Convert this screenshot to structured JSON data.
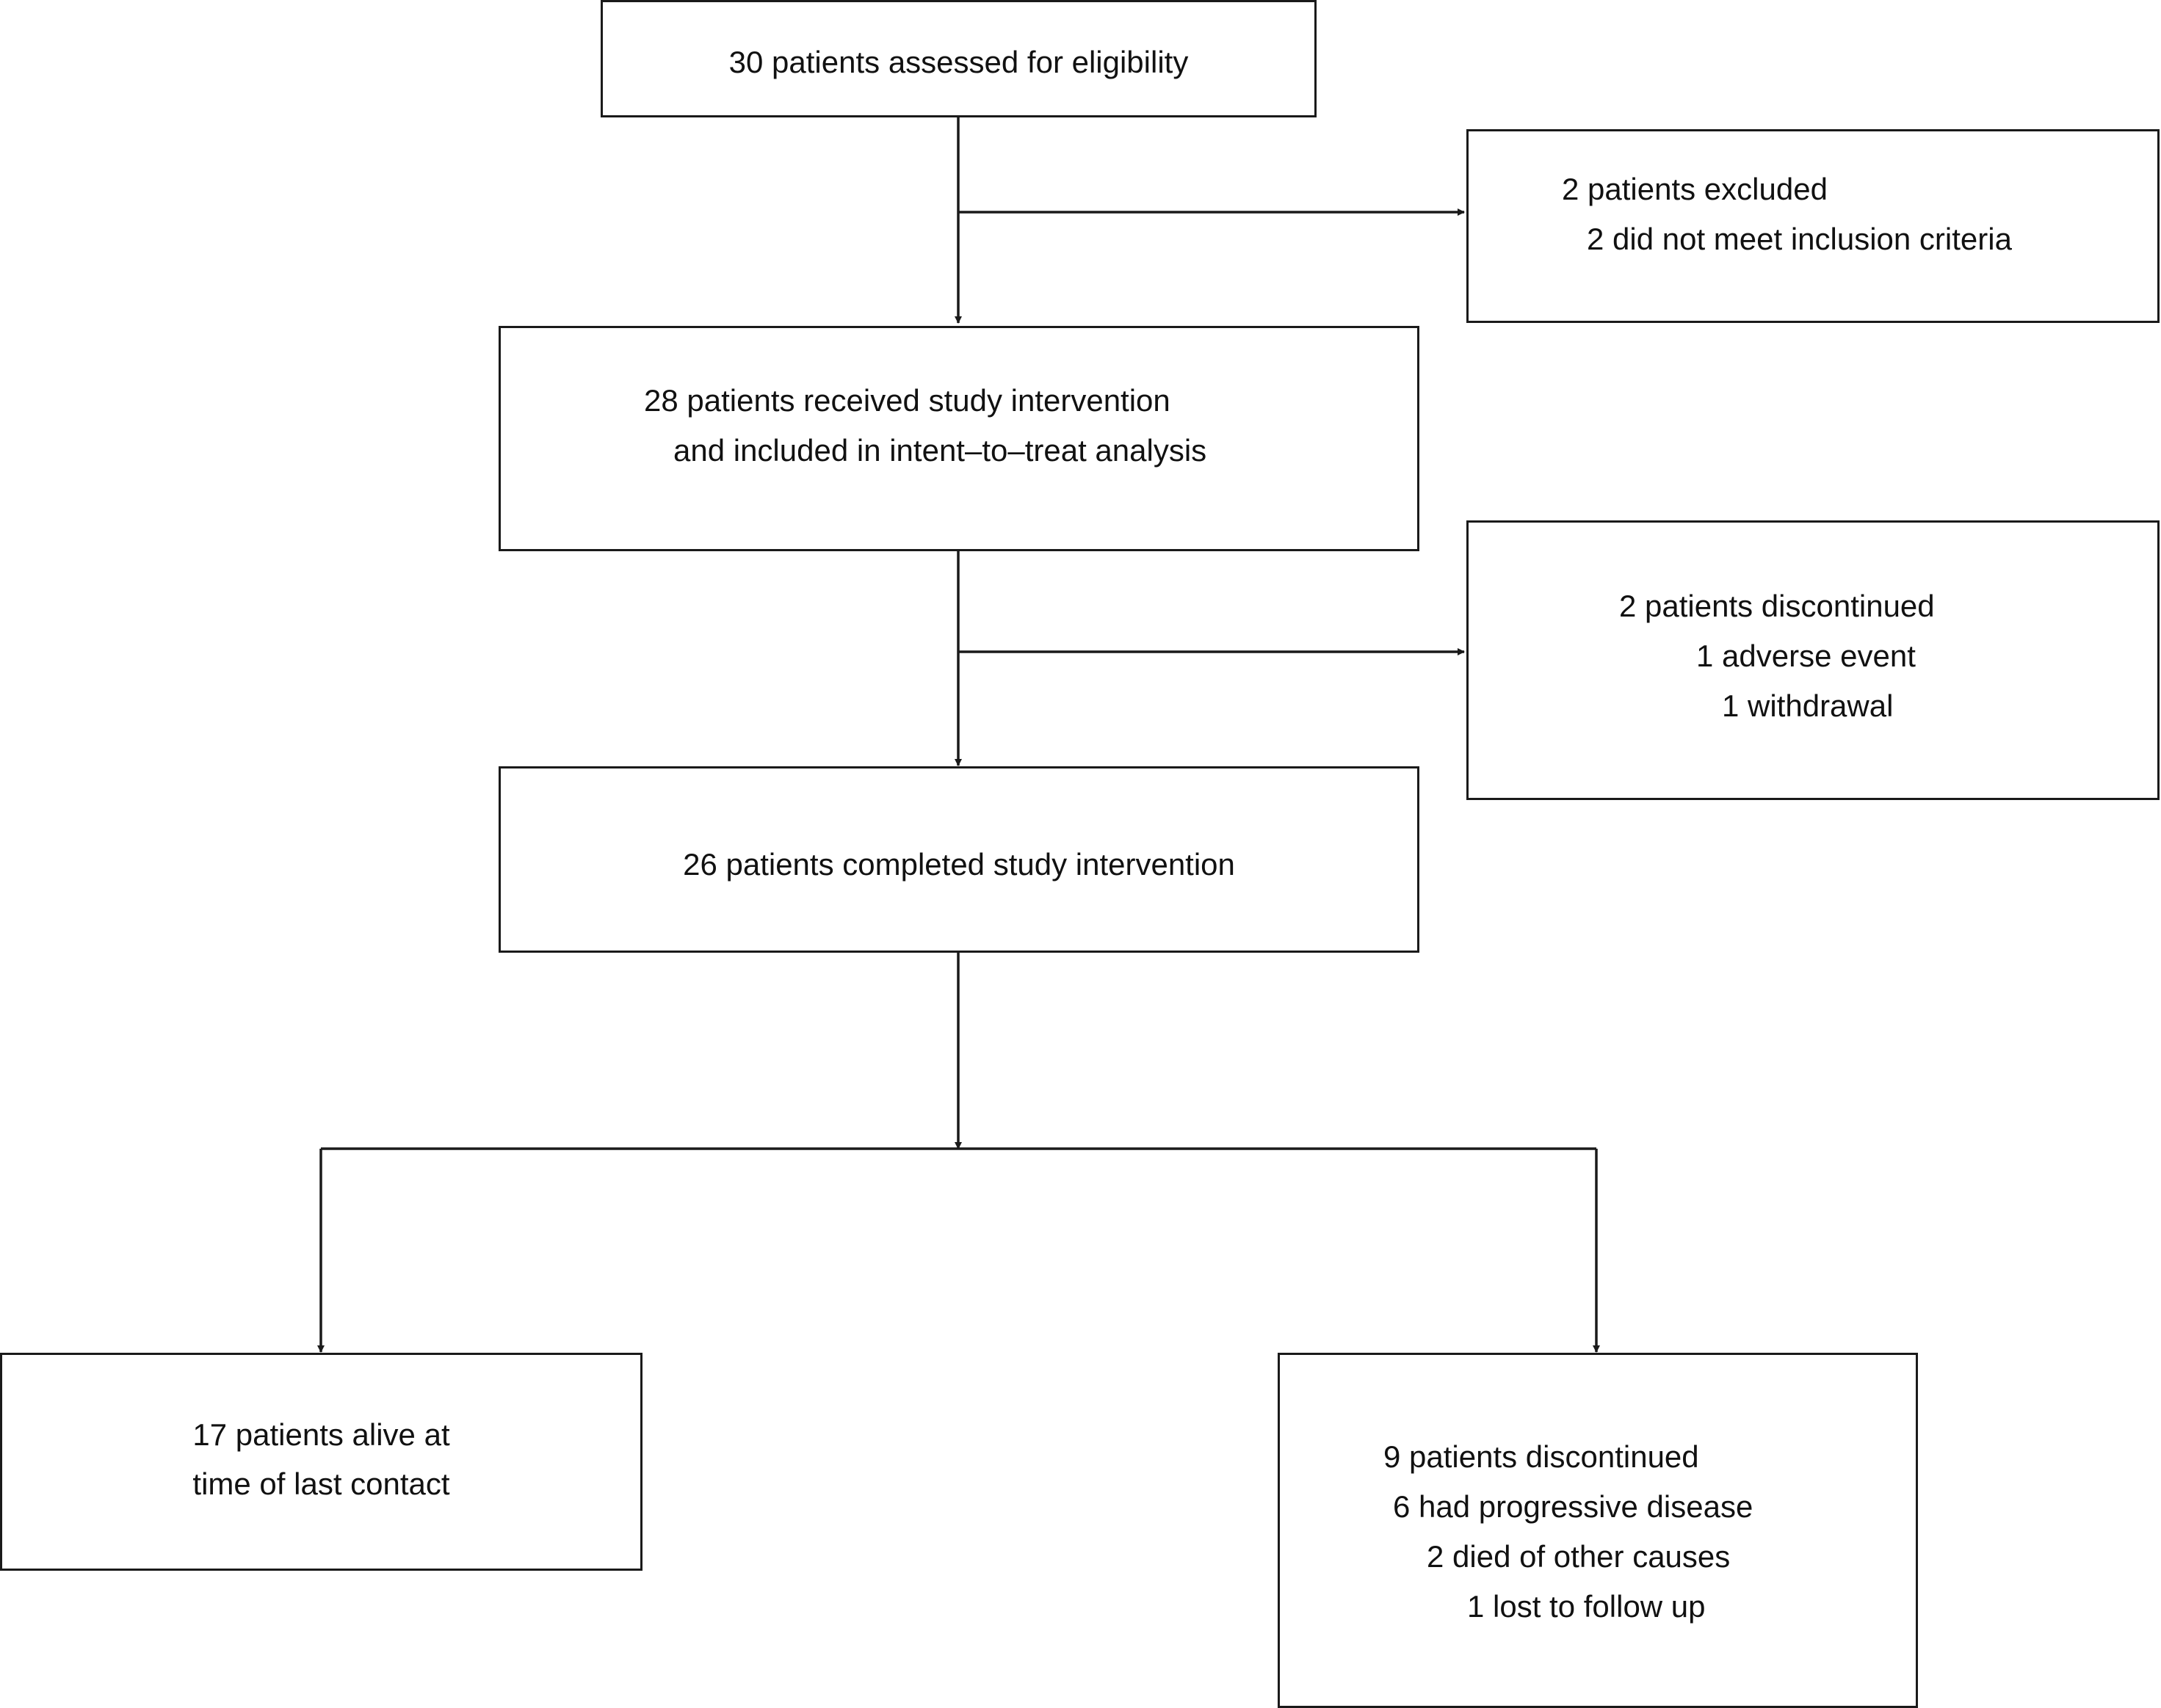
{
  "nodes": {
    "assessed": {
      "lines": [
        "30 patients assessed for eligibility"
      ]
    },
    "excluded": {
      "lines": [
        "2 patients excluded",
        "2 did not meet inclusion criteria"
      ]
    },
    "received": {
      "lines": [
        "28 patients received study intervention",
        "and included in intent–to–treat analysis"
      ]
    },
    "discontinued_early": {
      "lines": [
        "2 patients discontinued",
        "1 adverse event",
        "1 withdrawal"
      ]
    },
    "completed": {
      "lines": [
        "26 patients completed study intervention"
      ]
    },
    "alive": {
      "lines": [
        "17 patients alive at",
        "time of last contact"
      ]
    },
    "discontinued_late": {
      "lines": [
        "9 patients discontinued",
        "6 had progressive disease",
        "2 died of other causes",
        "1 lost to follow up"
      ]
    }
  },
  "edges": [
    {
      "from": "assessed",
      "to": "received"
    },
    {
      "from": "assessed",
      "to": "excluded"
    },
    {
      "from": "received",
      "to": "completed"
    },
    {
      "from": "received",
      "to": "discontinued_early"
    },
    {
      "from": "completed",
      "to": "alive"
    },
    {
      "from": "completed",
      "to": "discontinued_late"
    }
  ],
  "colors": {
    "stroke": "#1a1a1a",
    "text": "#111111",
    "background": "#ffffff"
  }
}
